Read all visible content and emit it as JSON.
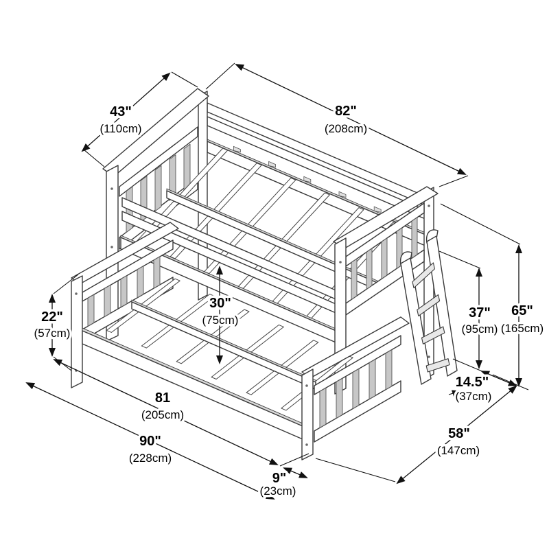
{
  "diagram": {
    "title": "Twin over full bunk bed dimension diagram",
    "style": "isometric black-and-white line drawing",
    "background_color": "#ffffff",
    "line_color": "#111111",
    "text_color": "#000000"
  },
  "dims": {
    "headboard_width": {
      "inches": "43\"",
      "cm": "(110cm)"
    },
    "upper_bed_length": {
      "inches": "82\"",
      "cm": "(208cm)"
    },
    "bunk_gap": {
      "inches": "30\"",
      "cm": "(75cm)"
    },
    "lower_bed_height": {
      "inches": "22\"",
      "cm": "(57cm)"
    },
    "clearance_height": {
      "inches": "37\"",
      "cm": "(95cm)"
    },
    "overall_height": {
      "inches": "65\"",
      "cm": "(165cm)"
    },
    "ladder_extension": {
      "inches": "14.5\"",
      "cm": "(37cm)"
    },
    "lower_bed_length": {
      "inches": "81",
      "cm": "(205cm)"
    },
    "overall_length": {
      "inches": "90\"",
      "cm": "(228cm)"
    },
    "ladder_overhang": {
      "inches": "9\"",
      "cm": "(23cm)"
    },
    "lower_bed_width": {
      "inches": "58\"",
      "cm": "(147cm)"
    }
  }
}
